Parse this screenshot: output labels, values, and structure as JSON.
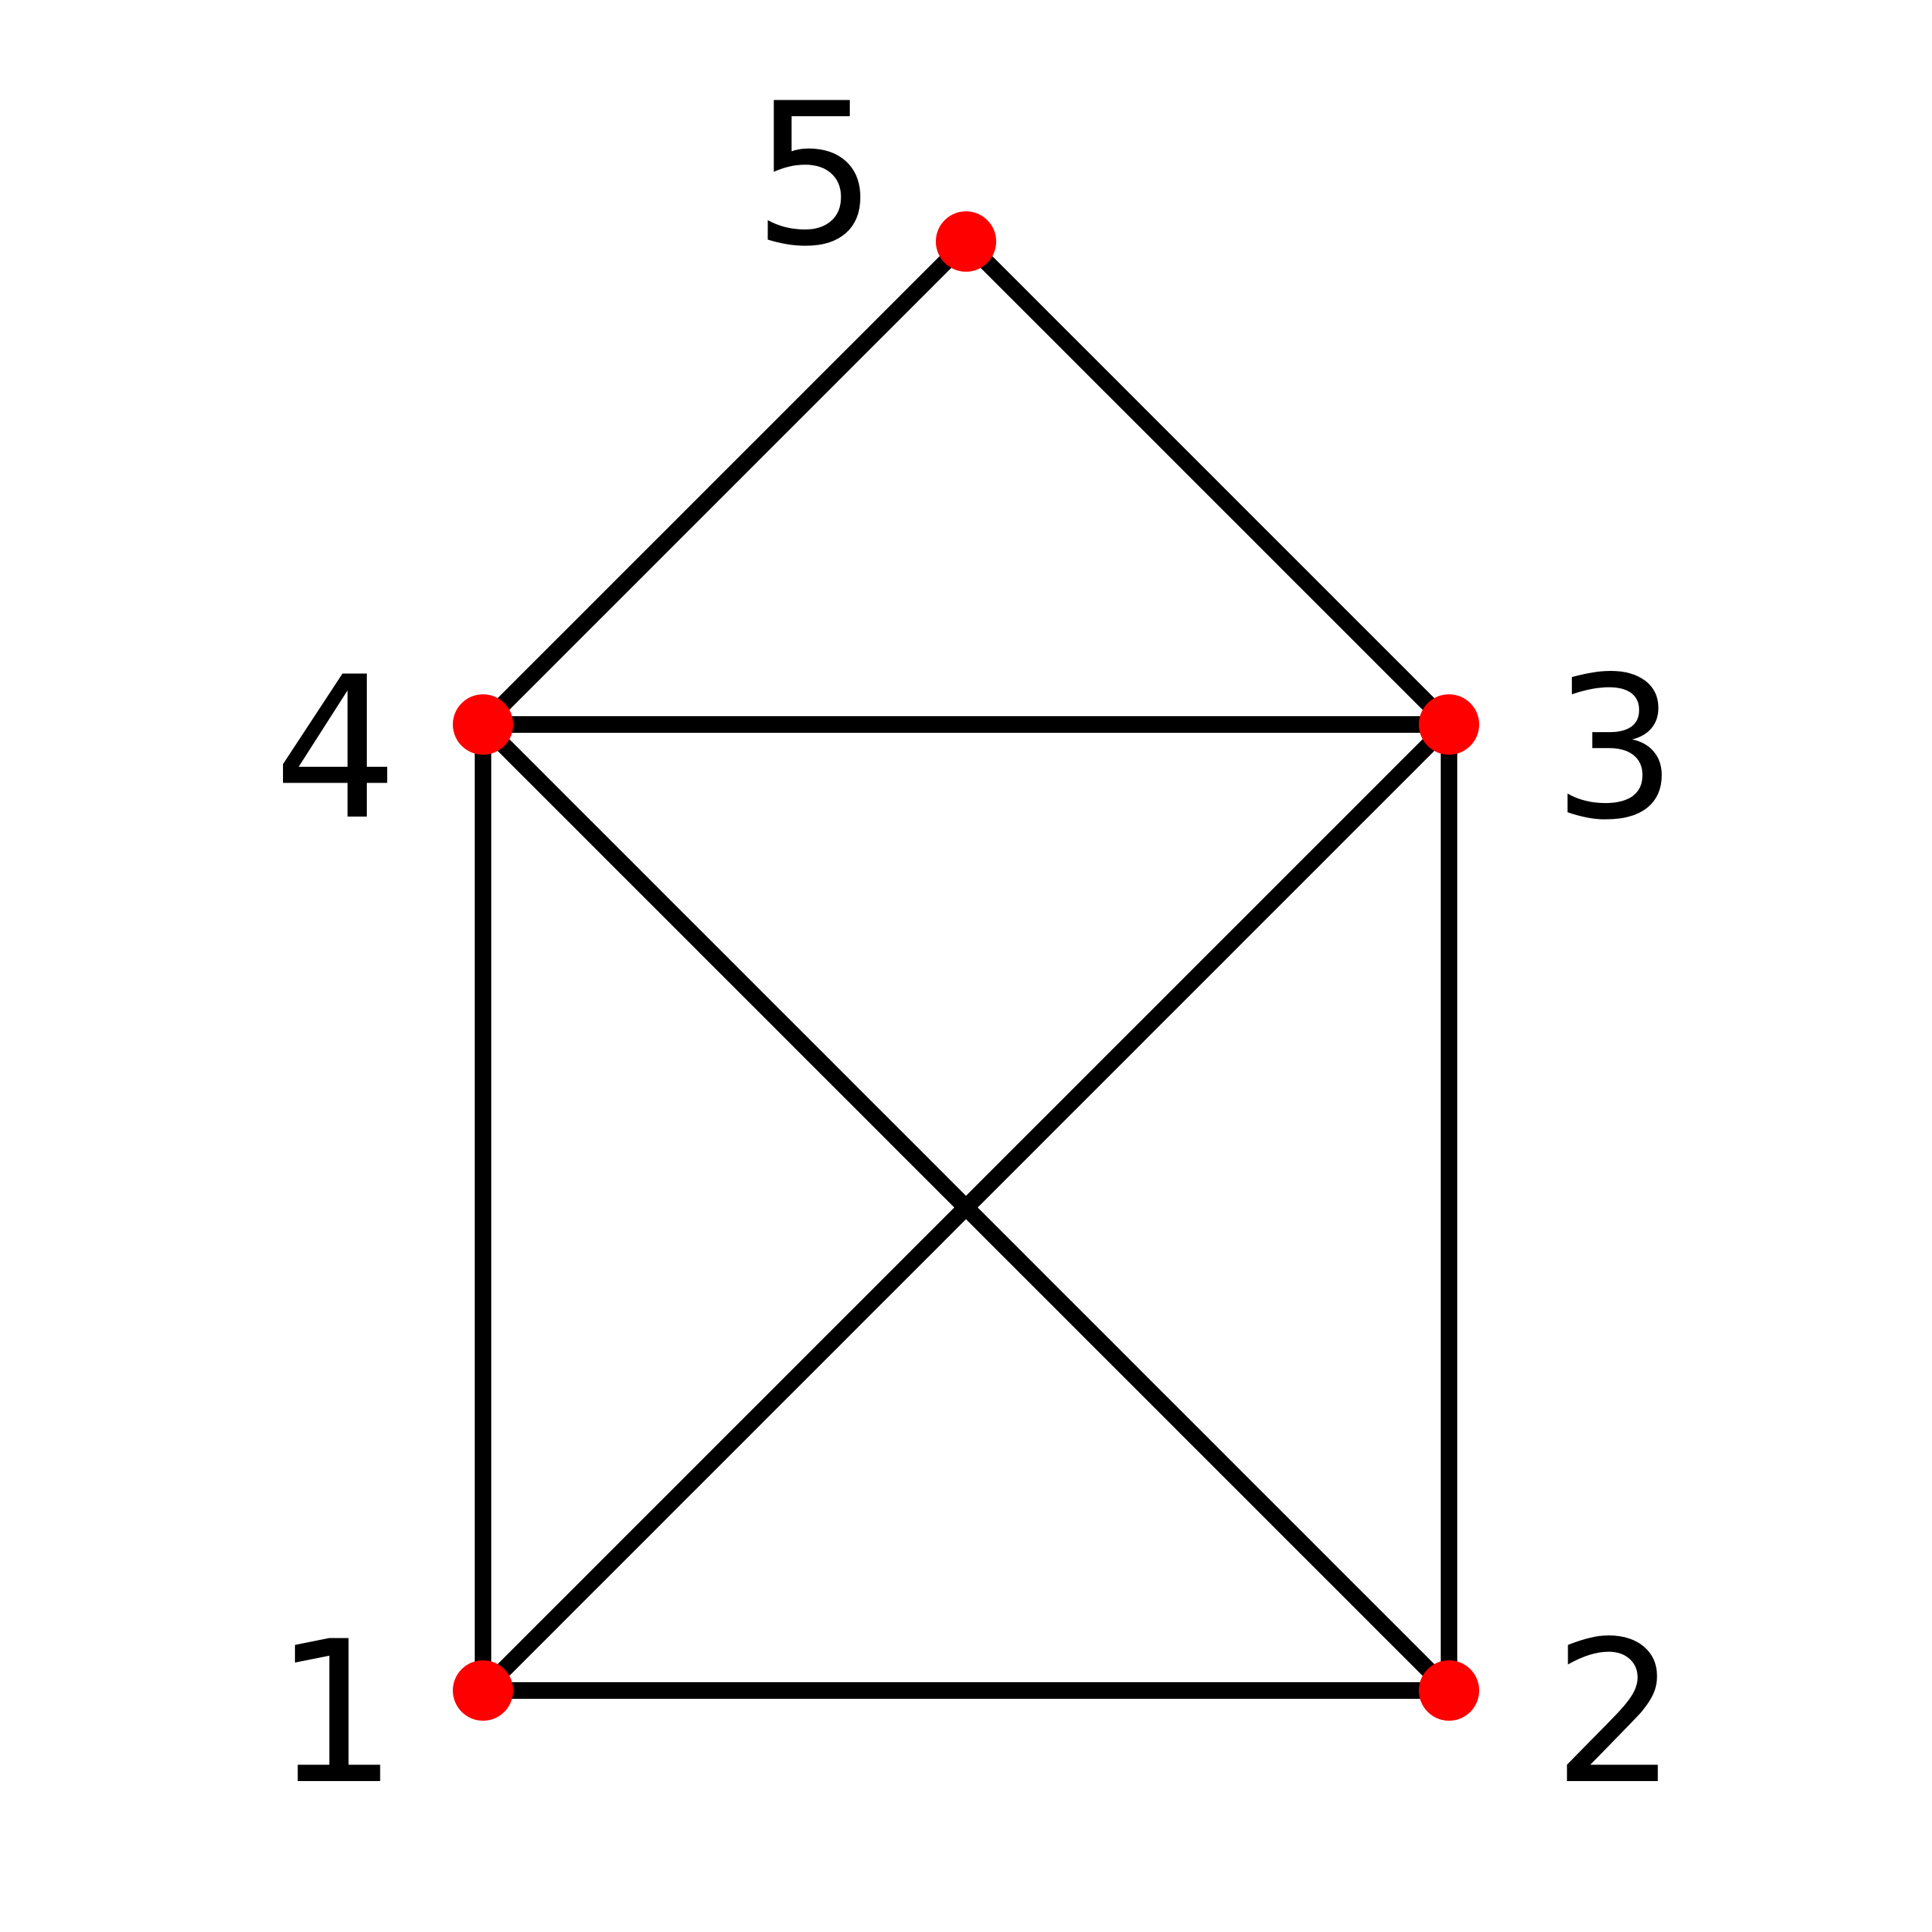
{
  "graph": {
    "edge_color": "#000000",
    "node_color": "#ff0000",
    "nodes": [
      {
        "id": "1",
        "label": "1"
      },
      {
        "id": "2",
        "label": "2"
      },
      {
        "id": "3",
        "label": "3"
      },
      {
        "id": "4",
        "label": "4"
      },
      {
        "id": "5",
        "label": "5"
      }
    ],
    "edges": [
      {
        "from": "1",
        "to": "2"
      },
      {
        "from": "2",
        "to": "3"
      },
      {
        "from": "3",
        "to": "4"
      },
      {
        "from": "4",
        "to": "1"
      },
      {
        "from": "1",
        "to": "3"
      },
      {
        "from": "2",
        "to": "4"
      },
      {
        "from": "4",
        "to": "5"
      },
      {
        "from": "5",
        "to": "3"
      }
    ]
  }
}
